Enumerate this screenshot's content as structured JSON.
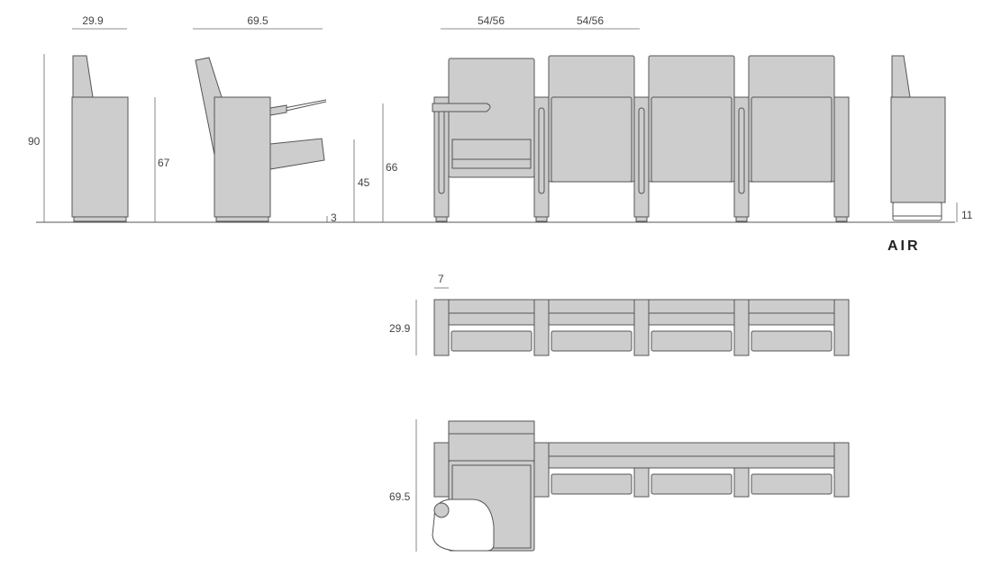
{
  "brand": "AIR",
  "colors": {
    "part_fill": "#cdcdcd",
    "outline": "#555555",
    "dimension_line": "#6a6a6a"
  },
  "dimensions": {
    "side_width": "29.9",
    "side_depth": "69.5",
    "seat_pitch_1": "54/56",
    "seat_pitch_2": "54/56",
    "total_height": "90",
    "armrest_height": "67",
    "floor_gap": "3",
    "seat_height": "45",
    "tablet_height": "66",
    "beam_height": "11",
    "arm_width": "7",
    "plan_depth_closed": "29.9",
    "plan_depth_open": "69.5"
  }
}
